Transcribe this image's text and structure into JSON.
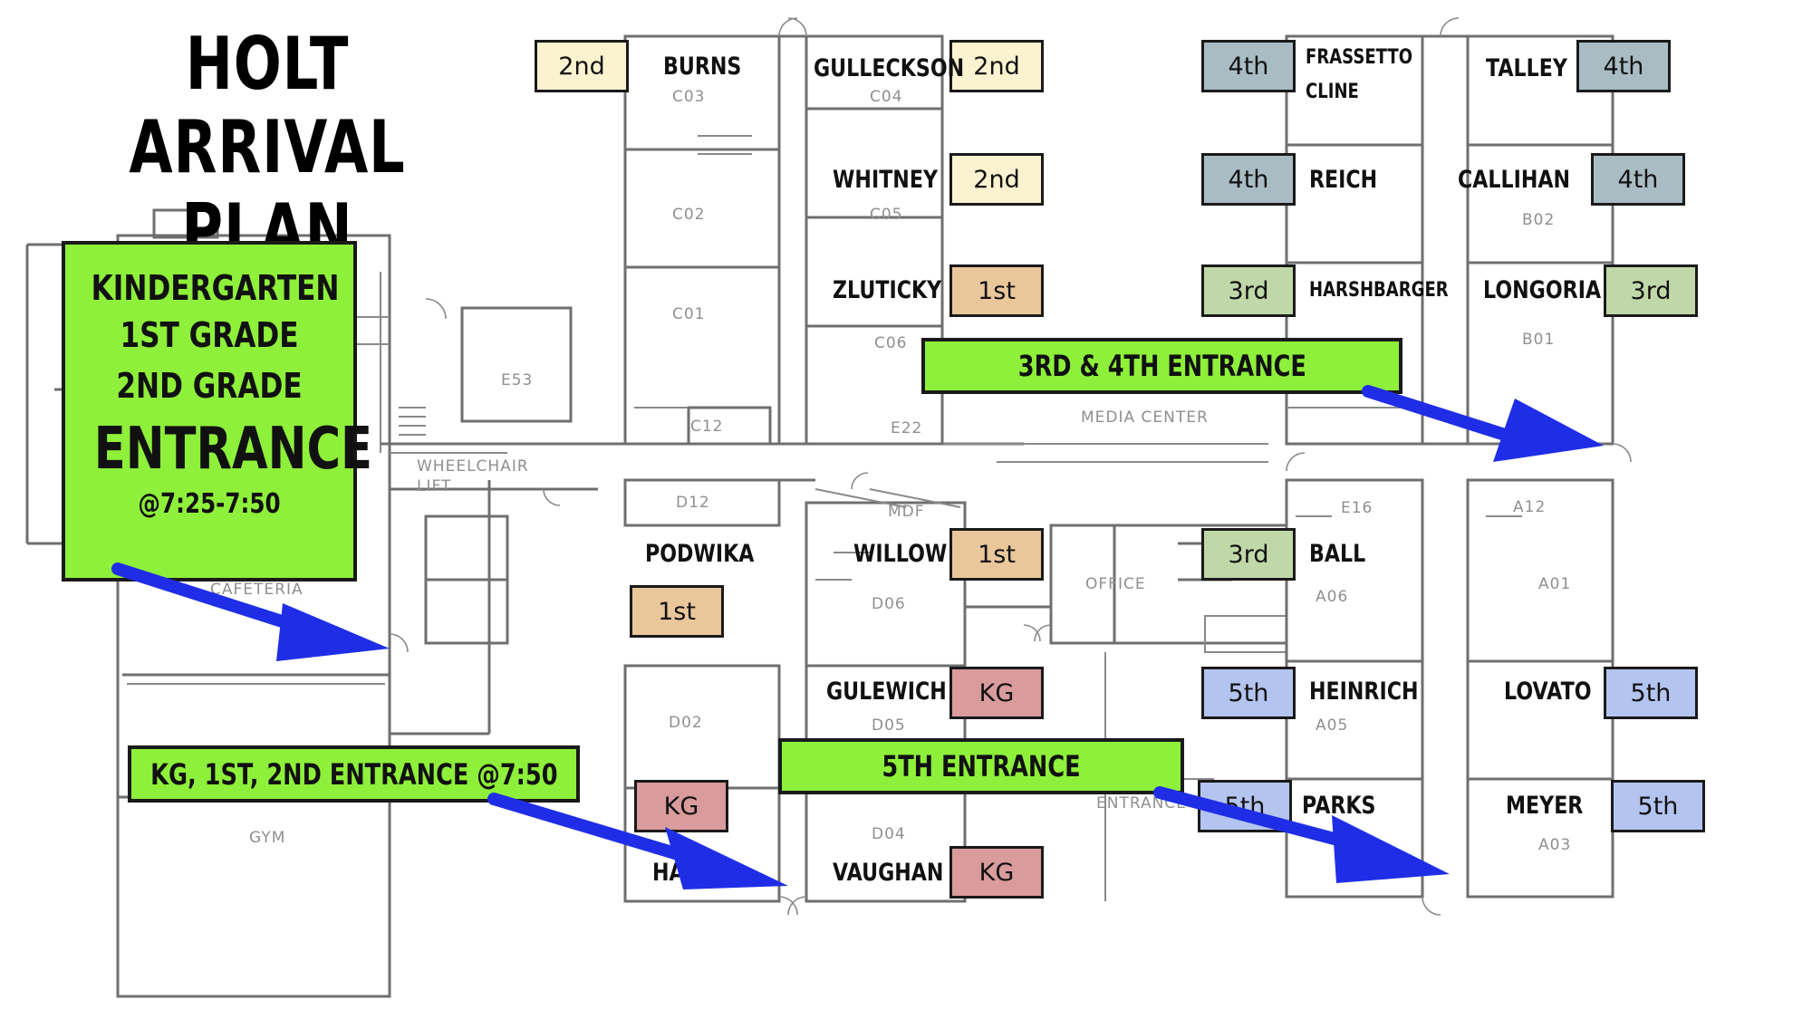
{
  "title": {
    "line1": "HOLT ARRIVAL",
    "line2": "PLAN"
  },
  "main_entrance_box": {
    "line1": "KINDERGARTEN",
    "line2": "1ST GRADE",
    "line3": "2ND GRADE",
    "line4": "ENTRANCE",
    "line5": "@7:25-7:50"
  },
  "banners": {
    "kg_late": "KG, 1ST, 2ND  ENTRANCE @7:50",
    "third_fourth": "3RD & 4TH  ENTRANCE",
    "fifth": "5TH ENTRANCE"
  },
  "teachers": {
    "burns": "BURNS",
    "gulleckson": "GULLECKSON",
    "whitney": "WHITNEY",
    "zluticky": "ZLUTICKY",
    "podwika": "PODWIKA",
    "willow": "WILLOW",
    "gulewich": "GULEWICH",
    "vaughan": "VAUGHAN",
    "har": "HAR",
    "frassetto": "FRASSETTO",
    "cline": "CLINE",
    "talley": "TALLEY",
    "reich": "REICH",
    "callihan": "CALLIHAN",
    "harshbarger": "HARSHBARGER",
    "longoria": "LONGORIA",
    "ball": "BALL",
    "heinrich": "HEINRICH",
    "lovato": "LOVATO",
    "parks": "PARKS",
    "meyer": "MEYER"
  },
  "grades": {
    "burns": "2nd",
    "gulleckson": "2nd",
    "whitney": "2nd",
    "zluticky": "1st",
    "podwika": "1st",
    "willow": "1st",
    "gulewich": "KG",
    "har": "KG",
    "vaughan": "KG",
    "frassetto": "4th",
    "talley": "4th",
    "reich": "4th",
    "callihan": "4th",
    "harshbarger": "3rd",
    "longoria": "3rd",
    "ball": "3rd",
    "heinrich": "5th",
    "lovato": "5th",
    "parks": "5th",
    "meyer": "5th"
  },
  "plan_labels": {
    "c03": "C03",
    "c04": "C04",
    "c02": "C02",
    "c05": "C05",
    "c01": "C01",
    "c06": "C06",
    "c12": "C12",
    "e22": "E22",
    "e53": "E53",
    "media": "MEDIA CENTER",
    "wheelchair": "WHEELCHAIR",
    "lift": "LIFT",
    "d12": "D12",
    "mdf": "MDF",
    "e16": "E16",
    "a12": "A12",
    "cafeteria": "CAFETERIA",
    "office": "OFFICE",
    "d06": "D06",
    "a06": "A06",
    "a01": "A01",
    "d02": "D02",
    "d05": "D05",
    "a05": "A05",
    "d04": "D04",
    "a03": "A03",
    "gym": "GYM",
    "entrance": "ENTRANCE",
    "b02": "B02",
    "b01": "B01"
  },
  "colors": {
    "grade_2nd": "#fbf2cf",
    "grade_1st": "#e9c79b",
    "grade_kg": "#d99b9b",
    "grade_4th": "#a9bcc4",
    "grade_3rd": "#c0d8a8",
    "grade_5th": "#b3c4f0",
    "banner_green": "#8ef03a",
    "arrow_blue": "#1f2ee6"
  }
}
